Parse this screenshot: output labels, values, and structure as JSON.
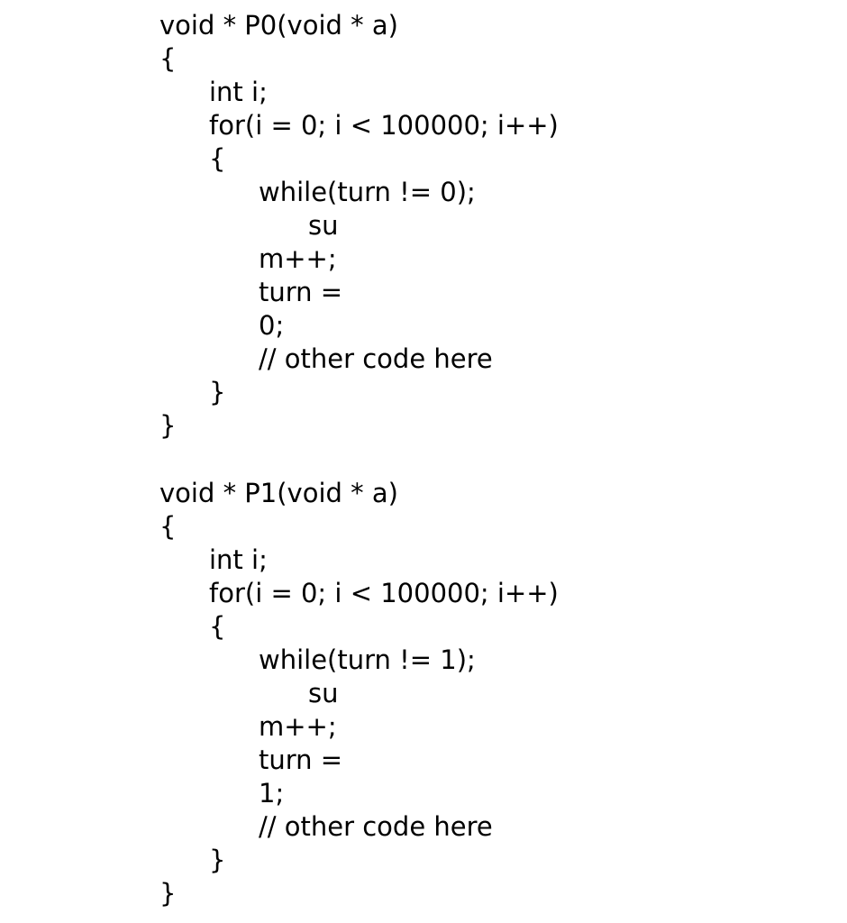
{
  "functions": [
    {
      "signature": "void * P0(void * a)",
      "open_brace": "{",
      "decl": "int i;",
      "loop_header": "for(i = 0; i < 100000; i++)",
      "loop_open": "{",
      "while_line": "while(turn != 0);",
      "frag_su": "su",
      "frag_m": "m++;",
      "frag_turn": "turn =",
      "frag_value": "0;",
      "comment": "// other code here",
      "loop_close": "}",
      "close_brace": "}"
    },
    {
      "signature": "void * P1(void * a)",
      "open_brace": "{",
      "decl": "int i;",
      "loop_header": "for(i = 0; i < 100000; i++)",
      "loop_open": "{",
      "while_line": "while(turn != 1);",
      "frag_su": "su",
      "frag_m": "m++;",
      "frag_turn": "turn =",
      "frag_value": "1;",
      "comment": "// other code here",
      "loop_close": "}",
      "close_brace": "}"
    }
  ]
}
